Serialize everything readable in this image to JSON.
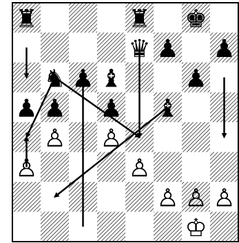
{
  "board": {
    "files": [
      "a",
      "b",
      "c",
      "d",
      "e",
      "f",
      "g",
      "h"
    ],
    "colors": {
      "light": "#ffffff",
      "dark_hatch": "#000000",
      "frame": "#000000",
      "arrows": "#000000"
    },
    "pieces": [
      {
        "square": "a8",
        "color": "black",
        "type": "rook",
        "glyph": "♜"
      },
      {
        "square": "e8",
        "color": "black",
        "type": "rook",
        "glyph": "♜"
      },
      {
        "square": "g8",
        "color": "black",
        "type": "king",
        "glyph": "♚"
      },
      {
        "square": "e7",
        "color": "black",
        "type": "queen",
        "glyph": "♛"
      },
      {
        "square": "f7",
        "color": "black",
        "type": "pawn",
        "glyph": "♟"
      },
      {
        "square": "h7",
        "color": "black",
        "type": "pawn",
        "glyph": "♟"
      },
      {
        "square": "b6",
        "color": "black",
        "type": "knight",
        "glyph": "♞"
      },
      {
        "square": "c6",
        "color": "black",
        "type": "pawn",
        "glyph": "♟"
      },
      {
        "square": "d6",
        "color": "black",
        "type": "bishop",
        "glyph": "♝"
      },
      {
        "square": "g6",
        "color": "black",
        "type": "pawn",
        "glyph": "♟"
      },
      {
        "square": "a5",
        "color": "black",
        "type": "pawn",
        "glyph": "♟"
      },
      {
        "square": "b5",
        "color": "black",
        "type": "pawn",
        "glyph": "♟"
      },
      {
        "square": "d5",
        "color": "black",
        "type": "pawn",
        "glyph": "♟"
      },
      {
        "square": "f5",
        "color": "black",
        "type": "bishop",
        "glyph": "♝"
      },
      {
        "square": "b4",
        "color": "white",
        "type": "pawn",
        "glyph": "♙"
      },
      {
        "square": "d4",
        "color": "white",
        "type": "pawn",
        "glyph": "♙"
      },
      {
        "square": "a3",
        "color": "white",
        "type": "pawn",
        "glyph": "♙"
      },
      {
        "square": "e3",
        "color": "white",
        "type": "pawn",
        "glyph": "♙"
      },
      {
        "square": "f2",
        "color": "white",
        "type": "pawn",
        "glyph": "♙"
      },
      {
        "square": "g2",
        "color": "white",
        "type": "pawn",
        "glyph": "♙"
      },
      {
        "square": "h2",
        "color": "white",
        "type": "pawn",
        "glyph": "♙"
      },
      {
        "square": "g1",
        "color": "white",
        "type": "king",
        "glyph": "♔"
      }
    ],
    "arrows": [
      {
        "name": "arrow-a7-a6",
        "from": "a7",
        "to": "a6"
      },
      {
        "name": "arrow-a4-a3",
        "from": "a3",
        "to": "a4"
      },
      {
        "name": "arrow-h6-h4",
        "from": "h6",
        "to": "h4"
      },
      {
        "name": "arrow-e7-e4",
        "from": "e7",
        "to": "e4"
      },
      {
        "name": "arrow-c1-c6",
        "from": "c1",
        "to": "c6"
      },
      {
        "name": "arrow-f5-b2",
        "from": "f5",
        "to": "b2"
      },
      {
        "name": "arrow-b6-e4",
        "from": "b6",
        "to": "e4"
      },
      {
        "name": "arrow-b6-a4",
        "from": "b6",
        "to": "a4"
      }
    ]
  }
}
